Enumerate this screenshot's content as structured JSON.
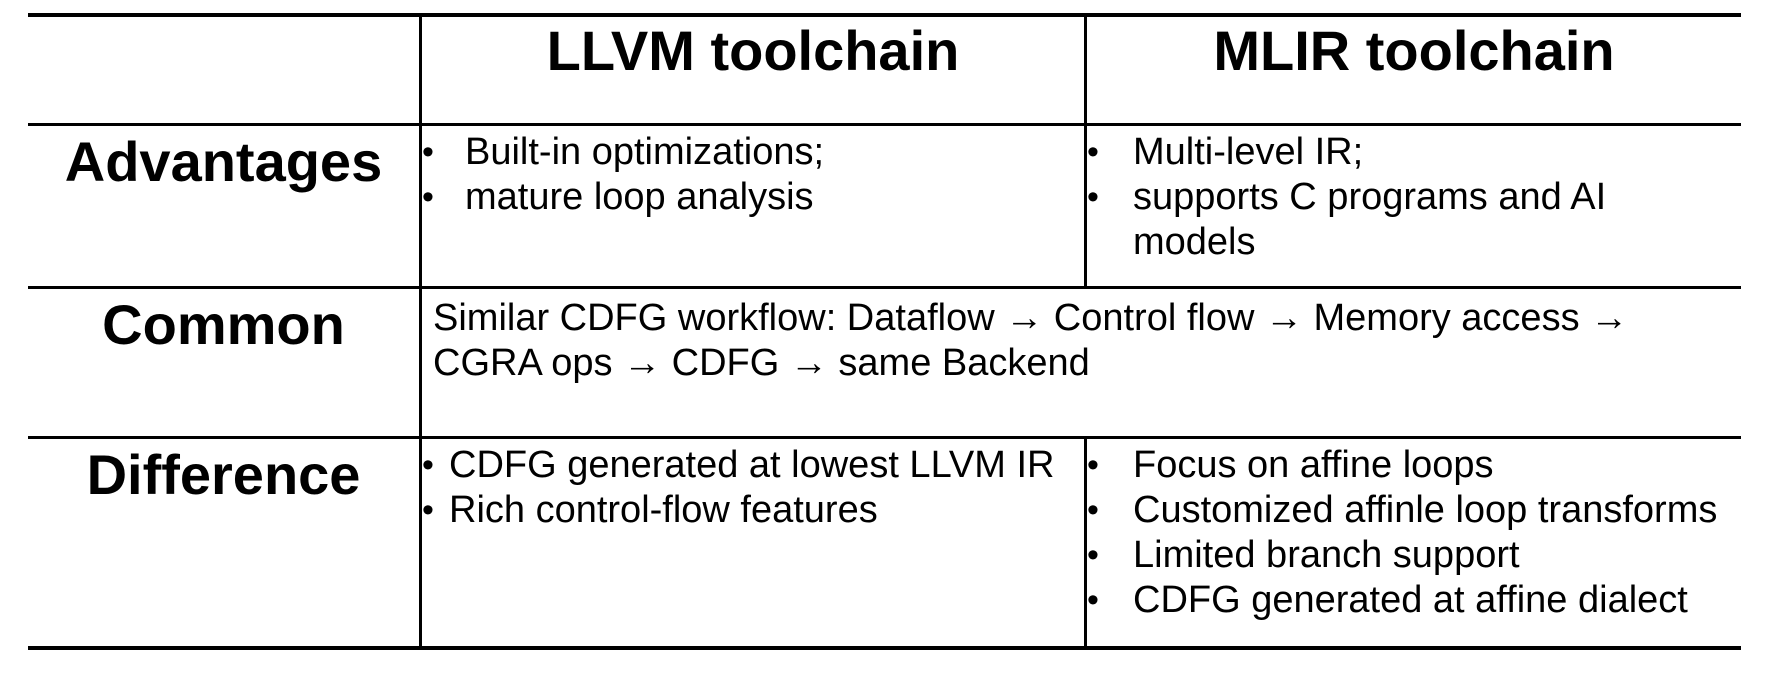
{
  "page": {
    "background_color": "#ffffff",
    "text_color": "#000000",
    "border_color": "#000000"
  },
  "table": {
    "bullet_char": "•",
    "header": {
      "corner": "",
      "llvm": "LLVM toolchain",
      "mlir": "MLIR toolchain"
    },
    "advantages": {
      "label": "Advantages",
      "llvm_items": [
        "Built-in optimizations;",
        "mature loop analysis"
      ],
      "mlir_items": [
        "Multi-level IR;",
        "supports C programs and AI models"
      ]
    },
    "common": {
      "label": "Common",
      "lines": [
        "Similar CDFG workflow: Dataflow → Control flow → Memory access →",
        "CGRA ops → CDFG → same Backend"
      ]
    },
    "difference": {
      "label": "Difference",
      "llvm_items": [
        "CDFG generated at lowest LLVM IR",
        "Rich control-flow features"
      ],
      "mlir_items": [
        "Focus on affine loops",
        "Customized affinle loop transforms",
        "Limited branch support",
        "CDFG generated at affine dialect"
      ]
    }
  }
}
